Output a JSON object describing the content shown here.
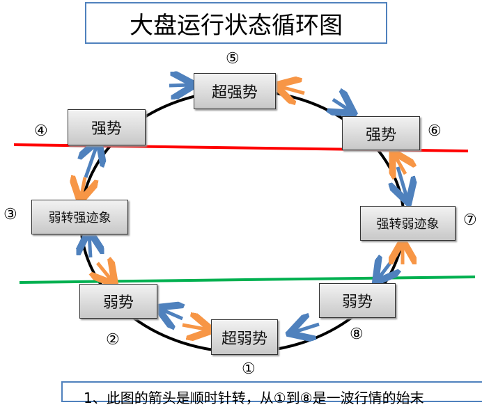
{
  "title": "大盘运行状态循环图",
  "states": {
    "s1": {
      "label": "超弱势",
      "num": "①"
    },
    "s2": {
      "label": "弱势",
      "num": "②"
    },
    "s3": {
      "label": "弱转强迹象",
      "num": "③"
    },
    "s4": {
      "label": "强势",
      "num": "④"
    },
    "s5": {
      "label": "超强势",
      "num": "⑤"
    },
    "s6": {
      "label": "强势",
      "num": "⑥"
    },
    "s7": {
      "label": "强转弱迹象",
      "num": "⑦"
    },
    "s8": {
      "label": "弱势",
      "num": "⑧"
    }
  },
  "note": "1、此图的箭头是顺时针转，从①到⑧是一波行情的始末",
  "colors": {
    "strong_line": "#ff0000",
    "weak_line": "#00b050",
    "forward_arrow": "#4f81bd",
    "back_arrow": "#f79646",
    "frame": "#4f81bd"
  }
}
